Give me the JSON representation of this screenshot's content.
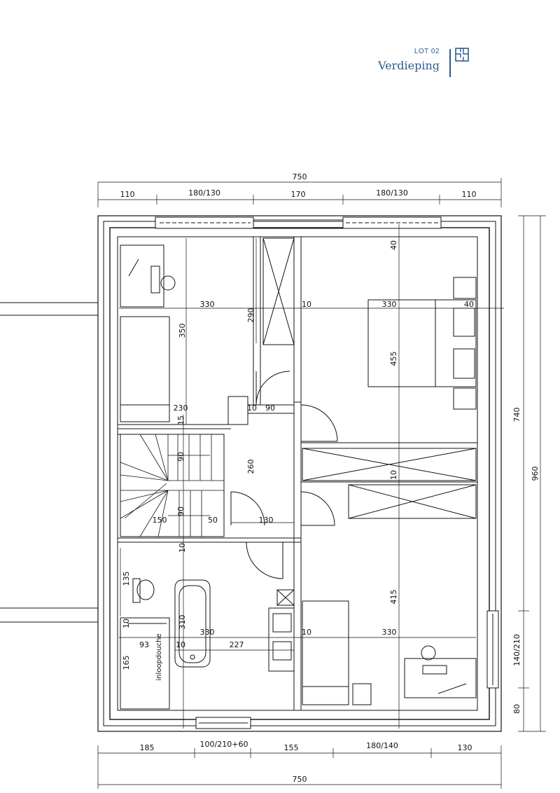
{
  "header": {
    "lot": "LOT 02",
    "title": "Verdieping",
    "icon": "floor-plan-icon",
    "accent_color": "#2c5d8f"
  },
  "dimensions": {
    "top_total": "750",
    "top_segments": [
      "110",
      "180/130",
      "170",
      "180/130",
      "110"
    ],
    "bottom_segments": [
      "185",
      "100/210+60",
      "155",
      "180/140",
      "130"
    ],
    "bottom_total": "750",
    "right_segments": [
      "740",
      "140/210",
      "80"
    ],
    "right_total": "960"
  },
  "labels": {
    "room_width_top": "330",
    "room_width_top_right": "330",
    "wall_left": "10",
    "wall_right": "40",
    "height_bedroom_left": "350",
    "height_closet": "290",
    "height_bedroom_right": "455",
    "top_right_wall": "40",
    "corridor_width": "230",
    "wall_15": "15",
    "door_90": "90",
    "wall_10_a": "10",
    "stair_90": "90",
    "stair_90_b": "90",
    "height_landing": "260",
    "wall_10_b": "10",
    "stair_150": "150",
    "landing_50": "50",
    "landing_130": "130",
    "wall_10_c": "10",
    "bath_135": "135",
    "bath_310": "310",
    "bath_width": "330",
    "bath_10": "10",
    "bath_93": "93",
    "bath_10_b": "10",
    "bath_227": "227",
    "bath_165": "165",
    "shower": "inloopdouche",
    "room_415": "415",
    "room_10": "10",
    "room_330": "330"
  }
}
